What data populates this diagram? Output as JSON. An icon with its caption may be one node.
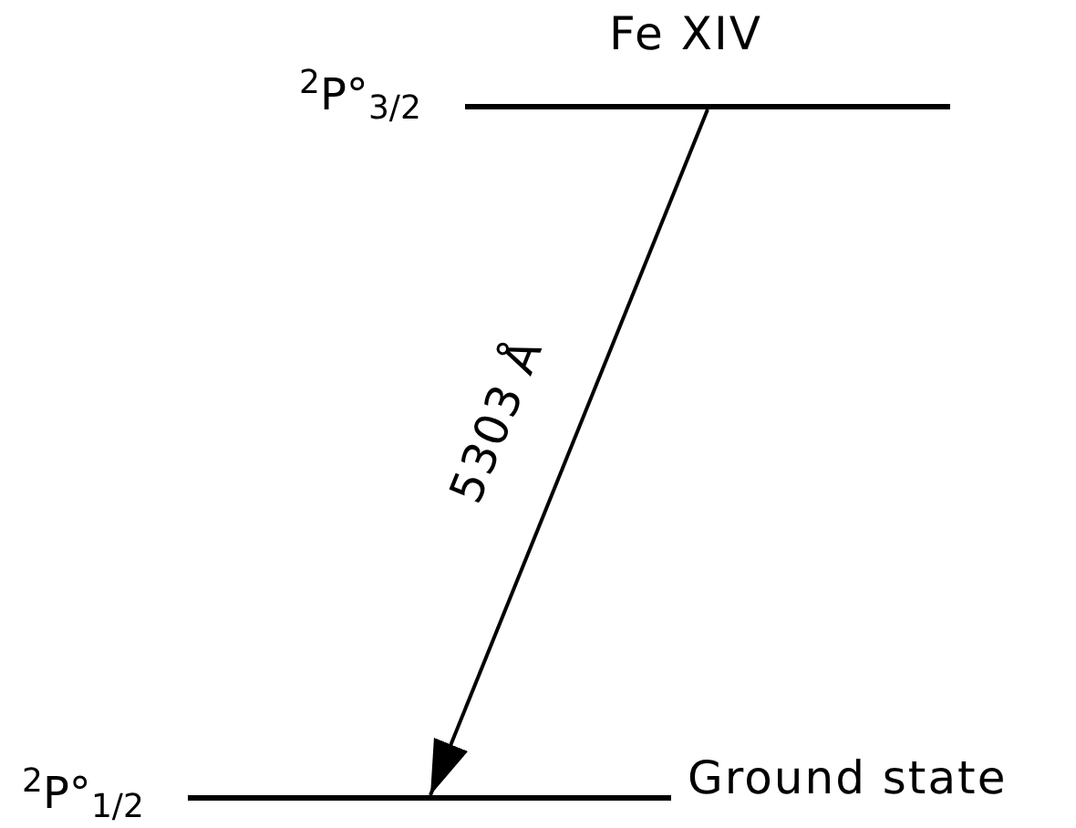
{
  "diagram": {
    "title": "Fe XIV",
    "nodes": [
      {
        "text": [],
        "shape": "bar",
        "beside": [
          "$^{2}$P°$_{3/2}$"
        ]
      },
      {
        "text": [],
        "shape": "bar",
        "beside": [
          "$^{2}$P°$_{1/2}$",
          "Ground state"
        ]
      }
    ],
    "edges": [
      {
        "from": 0,
        "to": 1,
        "arrow": "to",
        "label": "5303 Å"
      }
    ]
  }
}
